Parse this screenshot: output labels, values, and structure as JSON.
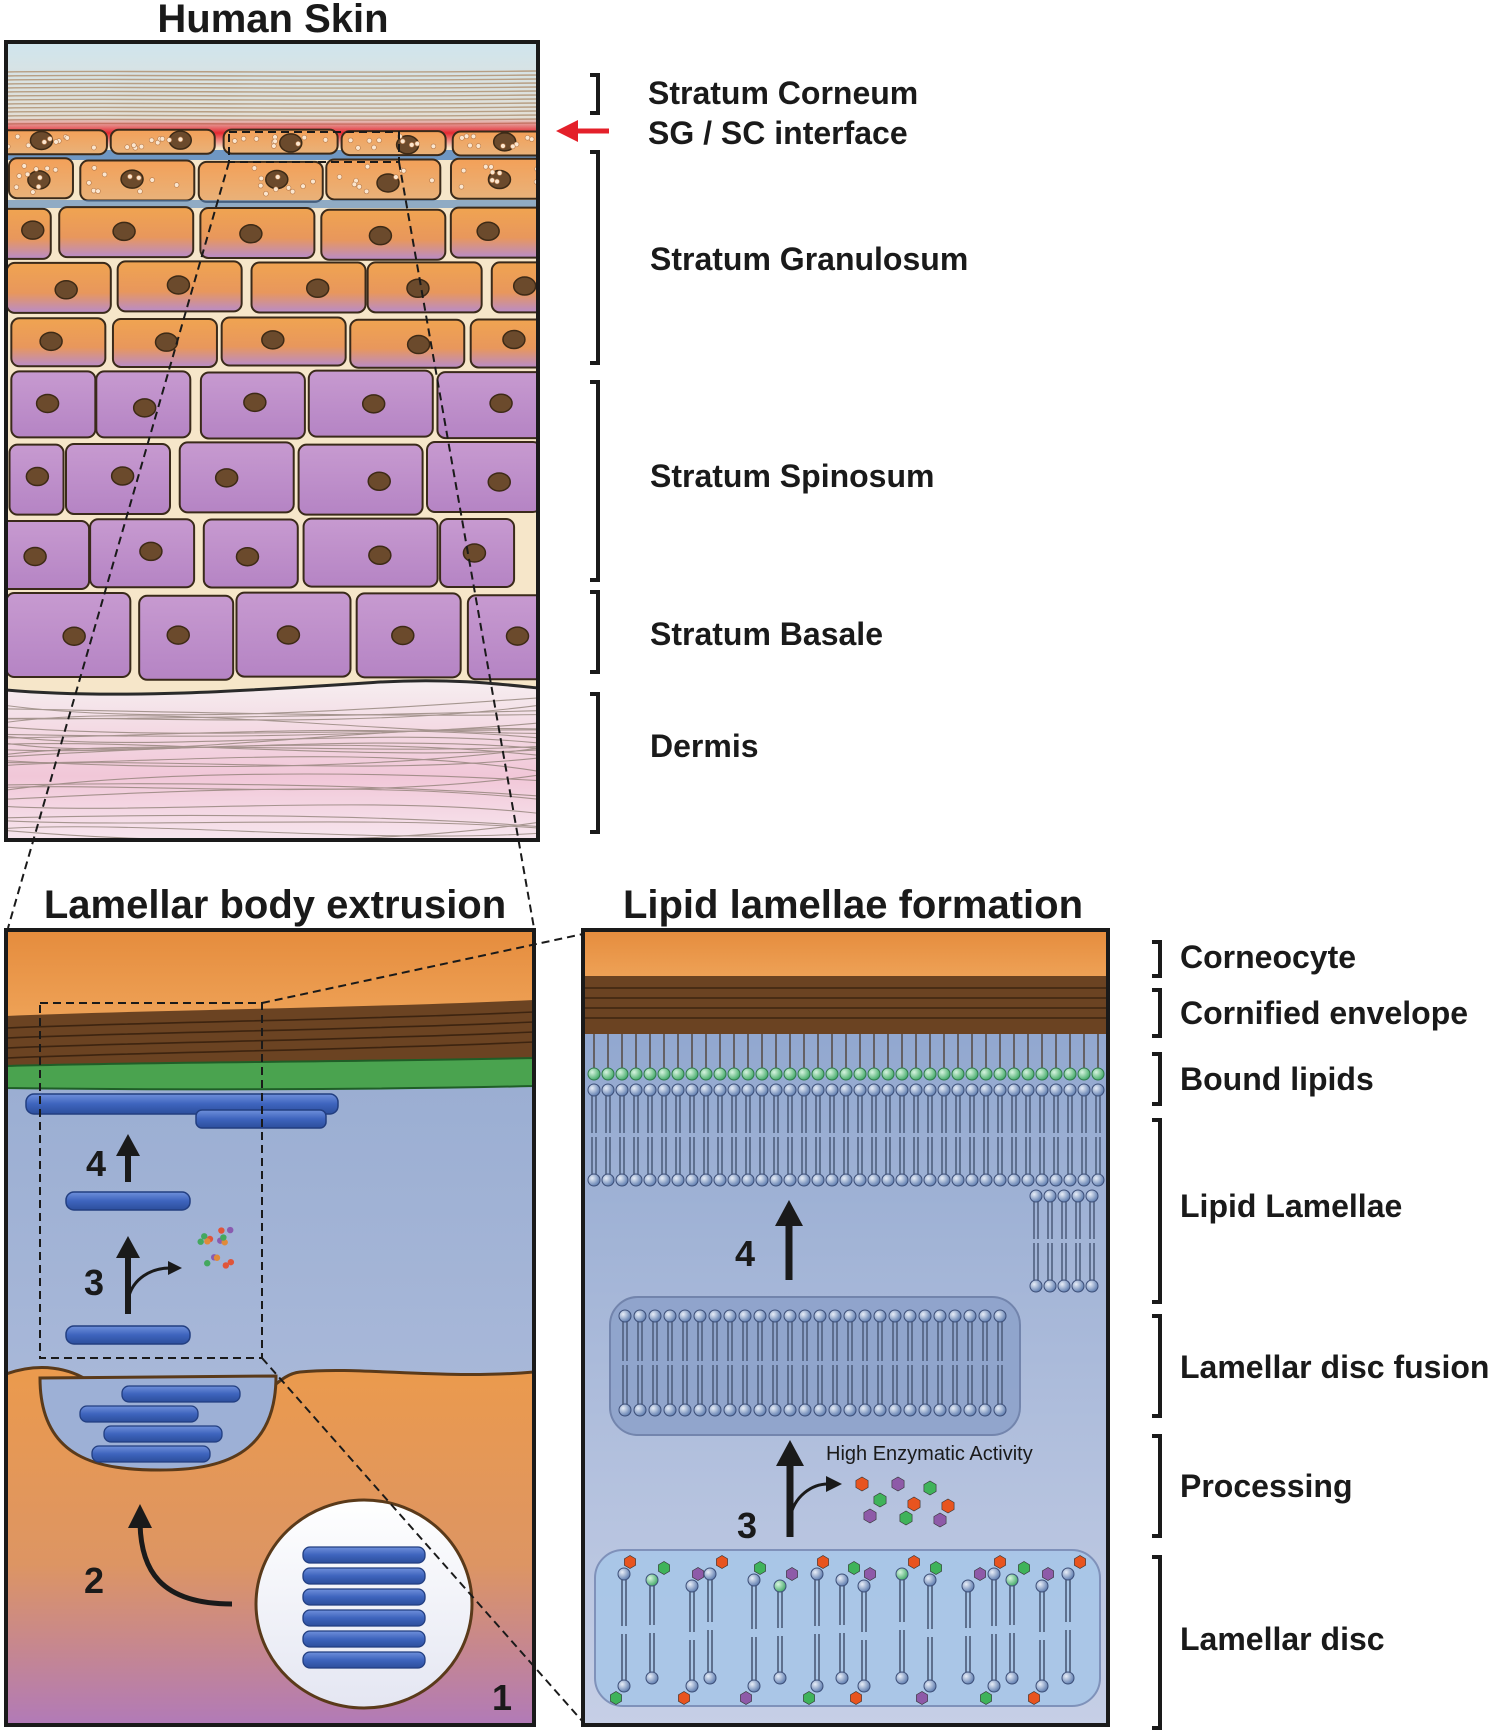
{
  "titles": {
    "human_skin": "Human Skin",
    "lamellar_body_extrusion": "Lamellar body extrusion",
    "lipid_lamellae_formation": "Lipid lamellae formation"
  },
  "skin_layers": [
    "Stratum Corneum",
    "SG / SC interface",
    "Stratum Granulosum",
    "Stratum Spinosum",
    "Stratum Basale",
    "Dermis"
  ],
  "lamellae_layers": [
    "Corneocyte",
    "Cornified envelope",
    "Bound lipids",
    "Lipid Lamellae",
    "Lamellar disc fusion",
    "Processing",
    "Lamellar disc"
  ],
  "steps_extrusion": [
    "1",
    "2",
    "3",
    "4"
  ],
  "steps_formation": [
    "3",
    "4"
  ],
  "annotation": "High Enzymatic Activity",
  "colors": {
    "arrow_red": "#e4202a",
    "spinosum_cell": "#c994cc",
    "granulosum_cell": "#eea152",
    "nucleus": "#6b4a2c",
    "fluid_blue": "#9cafd2",
    "membrane_blue": "#3d63b8",
    "bound_lipid_green": "#6ccb8e",
    "cornified_brown": "#6b4322",
    "corneocyte_orange": "#e8924a"
  }
}
